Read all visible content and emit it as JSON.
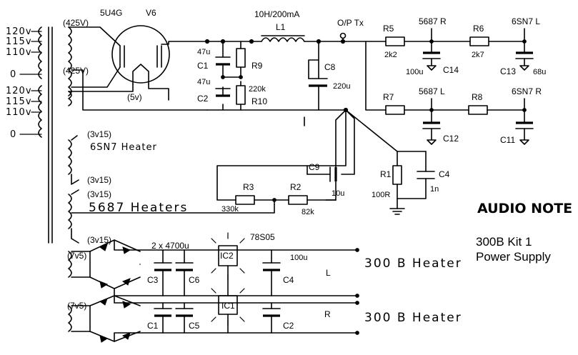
{
  "tap_labels": {
    "top": [
      "120v",
      "115v",
      "110v",
      "0"
    ],
    "bottom": [
      "120v",
      "115v",
      "110v",
      "0"
    ]
  },
  "winding_labels": {
    "hv_top": "(425V)",
    "hv_bot": "(425V)",
    "rect_heater": "(5v)",
    "h6sn7": "(3v15)",
    "h5687a": "(3v15)",
    "h5687b": "(3v15)",
    "h300a": "(7v5)",
    "h300b": "(7v5)"
  },
  "components": {
    "rect_tube": "5U4G",
    "v6": "V6",
    "choke_rating": "10H/200mA",
    "choke": "L1",
    "c1_val": "47u",
    "c1": "C1",
    "c2_val": "47u",
    "c2": "C2",
    "r9": "R9",
    "r10_val": "220k",
    "r10": "R10",
    "c8": "C8",
    "c8_val": "220u",
    "op_tx": "O/P Tx",
    "r5": "R5",
    "r5_val": "2k2",
    "t5687r": "5687 R",
    "c14_val": "100u",
    "c14": "C14",
    "r6": "R6",
    "r6_val": "2k7",
    "t6sn7l": "6SN7 L",
    "c13": "C13",
    "c13_val": "68u",
    "r7": "R7",
    "t5687l": "5687 L",
    "r8": "R8",
    "t6sn7r": "6SN7 R",
    "c12": "C12",
    "c11": "C11",
    "r1": "R1",
    "r1_val": "100R",
    "c4a": "C4",
    "c4a_val": "1n",
    "c9": "C9",
    "c9_val": "10u",
    "r3": "R3",
    "r3_val": "330k",
    "r2": "R2",
    "r2_val": "82k",
    "cap_pair": "2 x 4700u",
    "reg": "78S05",
    "ic2": "IC2",
    "ic1": "IC1",
    "c4b_val": "100u",
    "c3": "C3",
    "c6": "C6",
    "c4b": "C4",
    "c1b": "C1",
    "c5": "C5",
    "c2b": "C2"
  },
  "heater_labels": {
    "h6sn7": "6SN7 Heater",
    "h5687": "5687 Heaters",
    "h300l": "300 B Heater",
    "h300r": "300 B Heater",
    "side_l": "L",
    "side_r": "R"
  },
  "title": {
    "brand": "AUDIO NOTE",
    "line1": "300B Kit 1",
    "line2": "Power Supply"
  }
}
